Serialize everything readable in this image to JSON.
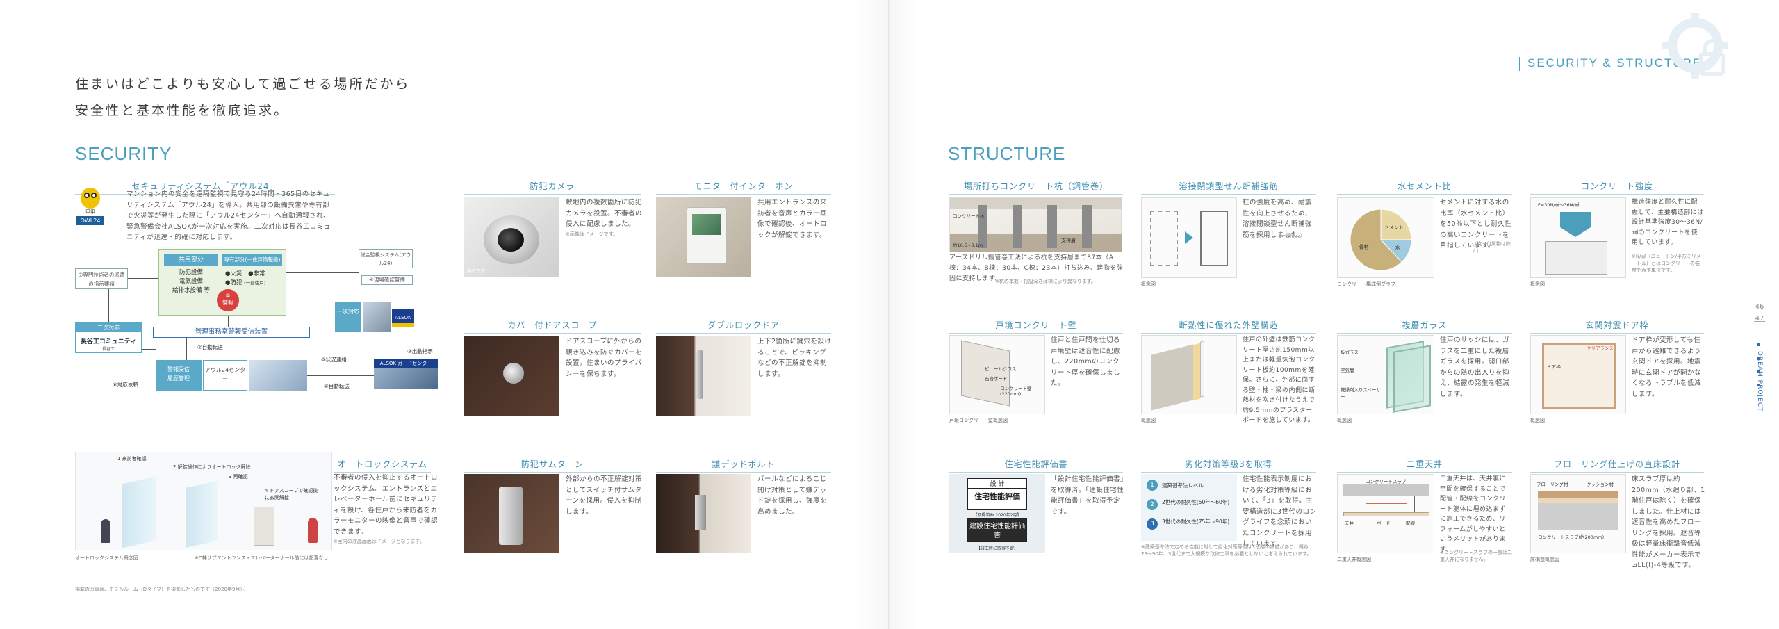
{
  "headline": {
    "line1": "住まいはどこよりも安心して過ごせる場所だから",
    "line2": "安全性と基本性能を徹底追求。"
  },
  "right_header": {
    "label": "SECURITY & STRUCTURE"
  },
  "page_numbers": {
    "top": "46",
    "bottom": "47"
  },
  "brand_vertical": "DREAM PROJECT",
  "footnote": "掲載の写真は、モデルルーム（Dタイプ）を撮影したものです（2020年9月）。",
  "security": {
    "title": "SECURITY",
    "aul": {
      "title": "セキュリティシステム「アウル24」",
      "logo_text": "OWL24",
      "logo_mark": "甲甲",
      "text": "マンション内の安全を遠隔監視で見守る24時間・365日のセキュリティシステム「アウル24」を導入。共用部の設備異常や専有部で火災等が発生した際に「アウル24センター」へ自動通報され、緊急警備会社ALSOKが一次対応を実施。二次対応は長谷工コミュニティが迅速・的確に対応します。",
      "diagram": {
        "common_title": "共用部分",
        "common_items": [
          "防犯設備",
          "電気設備",
          "給排水設備 等"
        ],
        "private_title": "専有部分(一住戸情報盤)",
        "private_items": [
          "●火災",
          "●非常",
          "●防犯",
          "(一部住戸)"
        ],
        "alarm": "警報",
        "alarm_num": "①",
        "manager": "管理事務室警報受信装置",
        "specialist": "⑦専門技術者の派遣の指示要請",
        "secondary": "二次対応",
        "haseko": "長谷工コミュニティ",
        "haseko_sub": "長谷工",
        "overall": "総合監視システム(アウル24)",
        "onsite": "④現場確認警備",
        "primary": "一次対応",
        "alsok": "ALSOK",
        "auto1": "②自動転送",
        "auto2": "②自動転送",
        "status": "⑤状況連絡",
        "report": "⑥対応依頼",
        "dispatch": "③出動指示",
        "alsok_center": "ALSOK ガードセンター",
        "center_a": "警報受信",
        "center_b": "履歴管理",
        "aul_center": "アウル24センター"
      }
    },
    "camera": {
      "title": "防犯カメラ",
      "text": "敷地内の複数箇所に防犯カメラを設置。不審者の侵入に配慮しました。",
      "note": "※画像はイメージです。",
      "photo_label": "参考写真"
    },
    "intercom": {
      "title": "モニター付インターホン",
      "text": "共用エントランスの来訪者を音声とカラー画像で確認後、オートロックが解錠できます。"
    },
    "doorscope": {
      "title": "カバー付ドアスコープ",
      "text": "ドアスコープに外からの覗き込みを防ぐカバーを設置。住まいのプライバシーを保ちます。"
    },
    "doublelock": {
      "title": "ダブルロックドア",
      "text": "上下2箇所に鍵穴を設けることで、ピッキングなどの不正解錠を抑制します。"
    },
    "autolock": {
      "title": "オートロックシステム",
      "text": "不審者の侵入を抑止するオートロックシステム。エントランスとエレベーターホール前にセキュリティを設け、各住戸から来訪者をカラーモニターの映像と音声で確認できます。",
      "note": "※室内の液晶画面はイメージとなります。",
      "caption": "オートロックシステム概念図",
      "caption2": "※C棟サブエントランス・エレベーターホール前には設置なし",
      "steps": [
        "1 来訪者確認",
        "2 解錠操作によりオートロック解除",
        "3 再確認",
        "4 ドアスコープで確認後に玄関解錠"
      ]
    },
    "thumbturn": {
      "title": "防犯サムターン",
      "text": "外部からの不正解錠対策としてスイッチ付サムターンを採用。侵入を抑制します。"
    },
    "deadbolt": {
      "title": "鎌デッドボルト",
      "text": "バールなどによるこじ開け対策として鎌デッド錠を採用し、強度を高めました。"
    }
  },
  "structure": {
    "title": "STRUCTURE",
    "pile": {
      "title": "場所打ちコンクリート杭（鋼管巻）",
      "text": "アースドリル鋼管巻工法による杭を支持層まで87本（A棟：34本、B棟：30本、C棟：23本）打ち込み、建物を強固に支持します。",
      "note": "※杭の本数・打設深さは棟により異なります。",
      "labels": [
        "支持層",
        "約16.5~3.1m",
        "コンクリート杭"
      ]
    },
    "hoop": {
      "title": "溶接閉鎖型せん断補強筋",
      "text": "柱の強度を高め、耐震性を向上させるため、溶接閉鎖型せん断補強筋を採用しました。",
      "note": "（一部除く）",
      "caption": "概念図"
    },
    "wcratio": {
      "title": "水セメント比",
      "text": "セメントに対する水の比率（水セメント比）を50％以下とし耐久性の高いコンクリートを目指しています。",
      "note": "（杭・付属物は除く）",
      "caption": "コンクリート構成例グラフ",
      "slices": [
        {
          "name": "セメント",
          "value": 25
        },
        {
          "name": "水",
          "value": 13
        },
        {
          "name": "骨材",
          "value": 62
        }
      ]
    },
    "strength": {
      "title": "コンクリート強度",
      "text": "構造強度と耐久性に配慮して、主要構造部には設計基準強度30〜36N/㎟のコンクリートを使用しています。",
      "note": "※N/㎟（ニュートン/平方ミリメートル）とはコンクリートの強度を表す単位です。",
      "caption": "概念図",
      "label": "F=30N/㎟〜36N/㎟"
    },
    "wall": {
      "title": "戸境コンクリート壁",
      "text": "住戸と住戸間を仕切る戸境壁は遮音性に配慮し、220mmのコンクリート厚を確保しました。",
      "caption": "戸境コンクリート壁概念図",
      "labels": [
        "ビニールクロス",
        "石膏ボード",
        "コンクリート壁(220mm)"
      ]
    },
    "exterior": {
      "title": "断熱性に優れた外壁構造",
      "text": "住戸の外壁は鉄筋コンクリート厚さ約150mm以上または軽量気泡コンクリート板約100mmを確保。さらに、外部に面する壁・柱・梁の内側に断熱材を吹き付けたうえで約9.5mmのプラスターボードを施しています。",
      "caption": "概念図"
    },
    "glass": {
      "title": "複層ガラス",
      "text": "住戸のサッシには、ガラスを二重にした複層ガラスを採用。開口部からの熱の出入りを抑え、結露の発生を軽減します。",
      "caption": "概念図",
      "labels": [
        "板ガラス",
        "空気層",
        "乾燥剤入りスペーサー"
      ]
    },
    "door": {
      "title": "玄関対震ドア枠",
      "text": "ドア枠が変形しても住戸から避難できるよう玄関ドアを採用。地震時に玄関ドアが開かなくなるトラブルを低減します。",
      "caption": "概念図",
      "labels": [
        "ドア枠",
        "クリアランス"
      ]
    },
    "eval": {
      "title": "住宅性能評価書",
      "text": "「設計住宅性能評価書」を取得済。「建設住宅性能評価書」を取得予定です。",
      "card1_top": "設 計",
      "card1_main": "住宅性能評価",
      "card1_sub": "【取得済み 2020年2月】",
      "card2_main": "建設住宅性能評価書",
      "card2_sub": "【竣工時に取得予定】"
    },
    "durability": {
      "title": "劣化対策等級3を取得",
      "text": "住宅性能表示制度における劣化対策等級において、「3」を取得。主要構造部に3世代のロングライフを念頭においたコンクリートを採用しています。",
      "note": "※建築基準法で定める性能に対して劣化対策等級は3段階の評価があり、概ね75〜90年、3世代まで大規模な改修工事を必要としないと考えられています。",
      "rows": [
        {
          "badge": "1",
          "label": "建築基準法レベル"
        },
        {
          "badge": "2",
          "label": "2世代の耐久性(50年〜60年)"
        },
        {
          "badge": "3",
          "label": "3世代の耐久性(75年〜90年)"
        }
      ]
    },
    "ceiling": {
      "title": "二重天井",
      "text": "二重天井は、天井裏に空間を確保することで配管・配線をコンクリート躯体に埋め込まずに施工できるため、リフォームがしやすいというメリットがあります。",
      "note": "※コンクリートスラブの一部は二重天井になりません。",
      "caption": "二重天井概念図",
      "labels": [
        "コンクリートスラブ",
        "天井",
        "ボード",
        "配線"
      ]
    },
    "floor": {
      "title": "フローリング仕上げの直床設計",
      "text": "床スラブ厚は約200mm（水廻り部、1階住戸は除く）を確保しました。仕上材には遮音性を高めたフローリングを採用。遮音等級は軽量床衝撃音低減性能がメーカー表示で⊿LL(I)-4等級です。",
      "caption": "床構造概念図",
      "labels": [
        "フローリング材",
        "クッション材",
        "コンクリートスラブ(約200mm)"
      ]
    }
  }
}
